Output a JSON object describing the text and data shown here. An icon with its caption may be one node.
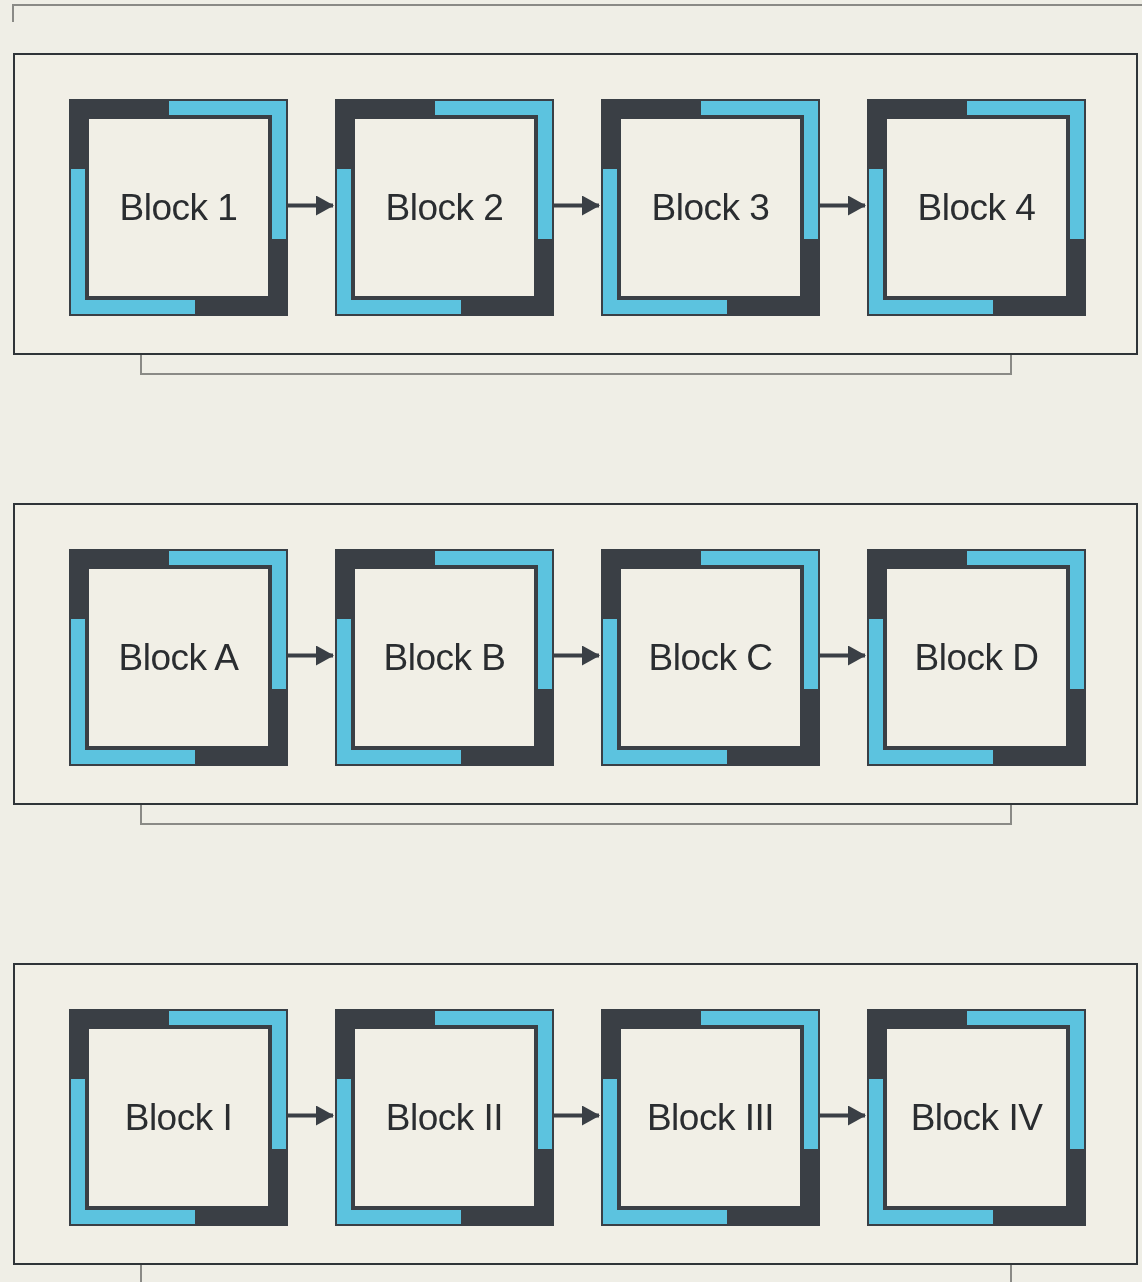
{
  "diagram": {
    "nodes": [
      {
        "text": [],
        "shape": "box"
      },
      {
        "text": [
          "Block 1"
        ],
        "in": 0
      },
      {
        "text": [
          "Block 2"
        ],
        "in": 0
      },
      {
        "text": [
          "Block 3"
        ],
        "in": 0
      },
      {
        "text": [
          "Block 4"
        ],
        "in": 0
      },
      {
        "text": [],
        "shape": "box"
      },
      {
        "text": [
          "Block A"
        ],
        "in": 5
      },
      {
        "text": [
          "Block B"
        ],
        "in": 5
      },
      {
        "text": [
          "Block C"
        ],
        "in": 5
      },
      {
        "text": [
          "Block D"
        ],
        "in": 5
      },
      {
        "text": [],
        "shape": "box"
      },
      {
        "text": [
          "Block I"
        ],
        "in": 10
      },
      {
        "text": [
          "Block II"
        ],
        "in": 10
      },
      {
        "text": [
          "Block III"
        ],
        "in": 10
      },
      {
        "text": [
          "Block IV"
        ],
        "in": 10
      }
    ],
    "edges": [
      {
        "from": 1,
        "to": 2,
        "arrow": "to"
      },
      {
        "from": 2,
        "to": 3,
        "arrow": "to"
      },
      {
        "from": 3,
        "to": 4,
        "arrow": "to"
      },
      {
        "from": 6,
        "to": 7,
        "arrow": "to"
      },
      {
        "from": 7,
        "to": 8,
        "arrow": "to"
      },
      {
        "from": 8,
        "to": 9,
        "arrow": "to"
      },
      {
        "from": 11,
        "to": 12,
        "arrow": "to"
      },
      {
        "from": 12,
        "to": 13,
        "arrow": "to"
      },
      {
        "from": 13,
        "to": 14,
        "arrow": "to"
      }
    ]
  }
}
